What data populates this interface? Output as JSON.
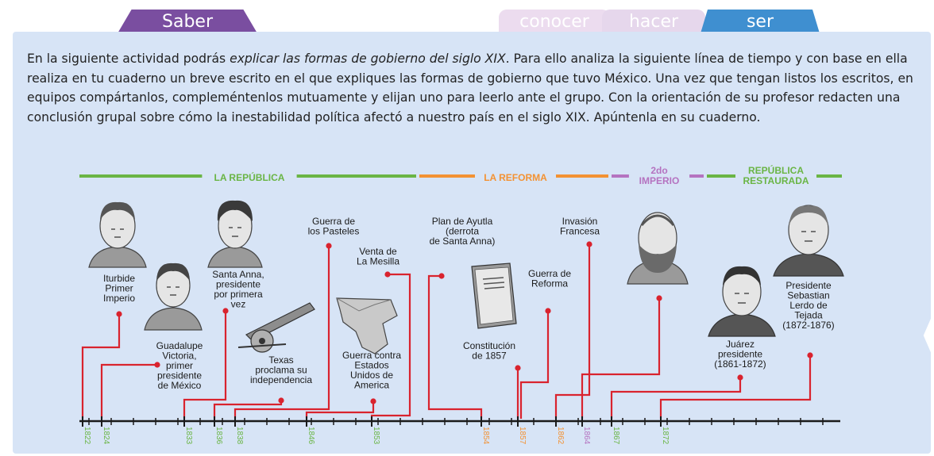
{
  "tabs": {
    "saber": "Saber",
    "conocer": "conocer",
    "hacer": "hacer",
    "ser": "ser"
  },
  "intro": {
    "part1": "En la siguiente  actividad  podrás ",
    "italic": "explicar las formas de gobierno del siglo XIX",
    "part2": ". Para ello analiza la siguiente línea de tiempo y con base en ella realiza en tu cuaderno un breve escrito en el que expliques las formas de gobierno que tuvo México.  Una vez que tengan listos los escritos, en equipos compártanlos, compleméntenlos mutuamente y elijan uno para leerlo ante el grupo. Con la orientación de su profesor redacten una conclusión grupal sobre cómo la inestabilidad política afectó a nuestro país en el siglo XIX. Apúntenla en su cuaderno."
  },
  "periods": [
    {
      "label": "LA REPÚBLICA",
      "color": "#6ab545"
    },
    {
      "label": "LA REFORMA",
      "color": "#f39233"
    },
    {
      "label": [
        "2do",
        "IMPERIO"
      ],
      "color": "#b573c0"
    },
    {
      "label": [
        "REPÚBLICA",
        "RESTAURADA"
      ],
      "color": "#6ab545"
    }
  ],
  "years": [
    {
      "text": "1822",
      "color": "#6ab545"
    },
    {
      "text": "1824",
      "color": "#6ab545"
    },
    {
      "text": "1833",
      "color": "#6ab545"
    },
    {
      "text": "1836",
      "color": "#6ab545"
    },
    {
      "text": "1838",
      "color": "#6ab545"
    },
    {
      "text": "1846",
      "color": "#6ab545"
    },
    {
      "text": "1853",
      "color": "#6ab545"
    },
    {
      "text": "1854",
      "color": "#f39233"
    },
    {
      "text": "1857",
      "color": "#f39233"
    },
    {
      "text": "1862",
      "color": "#f39233"
    },
    {
      "text": "1864",
      "color": "#b573c0"
    },
    {
      "text": "1867",
      "color": "#6ab545"
    },
    {
      "text": "1872",
      "color": "#6ab545"
    }
  ],
  "events": [
    {
      "lines": [
        "Iturbide",
        "Primer",
        "Imperio"
      ]
    },
    {
      "lines": [
        "Guadalupe",
        "Victoria,",
        "primer",
        "presidente",
        "de México"
      ]
    },
    {
      "lines": [
        "Santa Anna,",
        "presidente",
        "por primera",
        "vez"
      ]
    },
    {
      "lines": [
        "Texas",
        "proclama su",
        "independencia"
      ]
    },
    {
      "lines": [
        "Guerra de",
        "los Pasteles"
      ]
    },
    {
      "lines": [
        "Guerra contra",
        "Estados",
        "Unidos de",
        "America"
      ]
    },
    {
      "lines": [
        "Venta de",
        "La Mesilla"
      ]
    },
    {
      "lines": [
        "Plan de Ayutla",
        "(derrota",
        "de Santa Anna)"
      ]
    },
    {
      "lines": [
        "Constitución",
        "de 1857"
      ]
    },
    {
      "lines": [
        "Guerra de",
        "Reforma"
      ]
    },
    {
      "lines": [
        "Invasión",
        "Francesa"
      ]
    },
    {
      "lines": [
        "Juárez",
        "presidente",
        "(1861-1872)"
      ]
    },
    {
      "lines": [
        "Presidente",
        "Sebastian",
        "Lerdo de",
        "Tejada",
        "(1872-1876)"
      ]
    }
  ],
  "colors": {
    "connector": "#d9232e",
    "axis": "#1a1a1a",
    "panel": "#d7e4f6"
  },
  "icons": [
    "portrait-iturbide-icon",
    "portrait-victoria-icon",
    "portrait-santa-anna-icon",
    "cannon-icon",
    "mexico-map-icon",
    "constitution-book-icon",
    "portrait-maximiliano-icon",
    "portrait-juarez-icon",
    "portrait-lerdo-icon"
  ]
}
